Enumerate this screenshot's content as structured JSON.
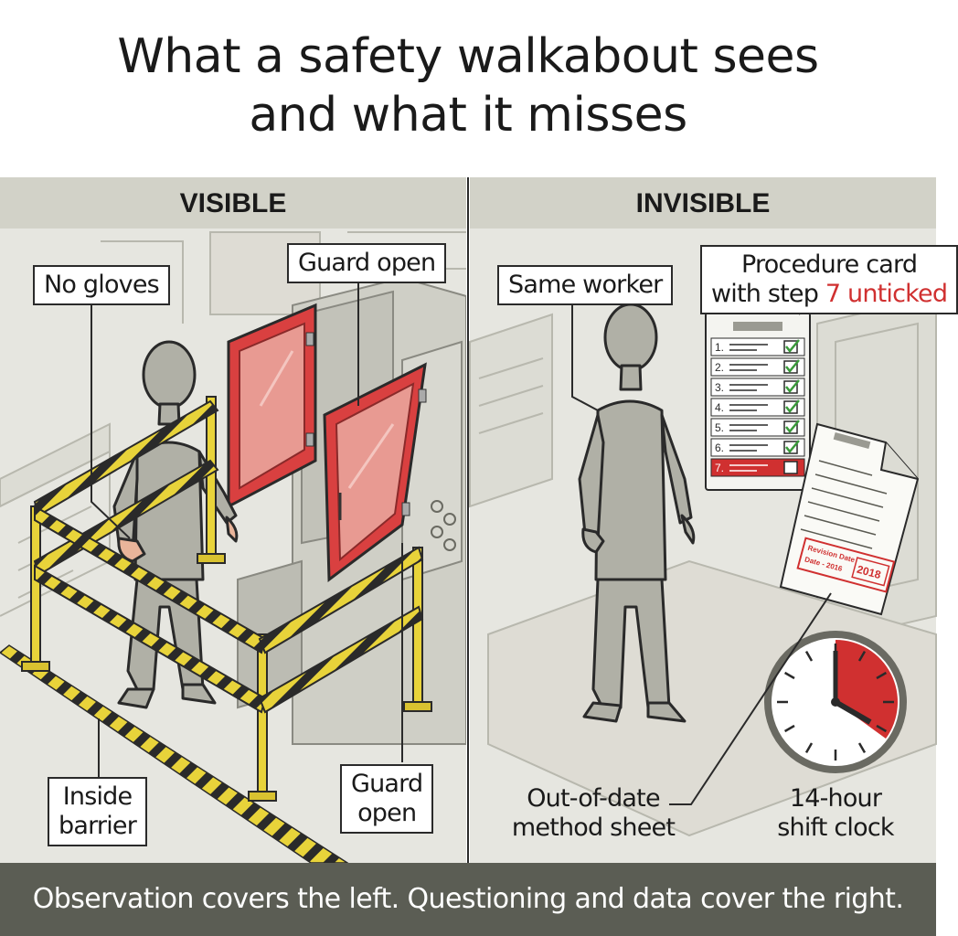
{
  "title": {
    "line1": "What a safety walkabout sees",
    "line2": "and what it misses"
  },
  "visible_panel": {
    "heading": "VISIBLE",
    "labels": {
      "no_gloves": "No gloves",
      "guard_open_top": "Guard open",
      "inside_barrier_1": "Inside",
      "inside_barrier_2": "barrier",
      "guard_open_bottom_1": "Guard",
      "guard_open_bottom_2": "open"
    }
  },
  "invisible_panel": {
    "heading": "INVISIBLE",
    "labels": {
      "same_worker": "Same worker",
      "procedure_line1": "Procedure card",
      "procedure_line2_prefix": "with step ",
      "procedure_line2_highlight": "7 unticked",
      "method_sheet_1": "Out-of-date",
      "method_sheet_2": "method sheet",
      "shift_clock_1": "14-hour",
      "shift_clock_2": "shift clock"
    },
    "procedure_card": {
      "steps": [
        "1.",
        "2.",
        "3.",
        "4.",
        "5.",
        "6.",
        "7."
      ],
      "ticked": [
        true,
        true,
        true,
        true,
        true,
        true,
        false
      ]
    },
    "method_sheet": {
      "stamp_line1": "Revision Date",
      "stamp_line2": "Date - 2016",
      "stamp_year": "2018"
    },
    "clock": {
      "elapsed_fraction": 0.35
    }
  },
  "footer": "Observation covers the left. Questioning and data cover the right.",
  "colors": {
    "hazard_yellow": "#e8d33a",
    "guard_red": "#d94040",
    "panel_bg": "#e6e6e0",
    "header_bg": "#d2d2c8",
    "footer_bg": "#5b5d54",
    "figure_gray": "#b0b0a6",
    "accent_red": "#d03030",
    "tick_green": "#3a9a3a"
  }
}
